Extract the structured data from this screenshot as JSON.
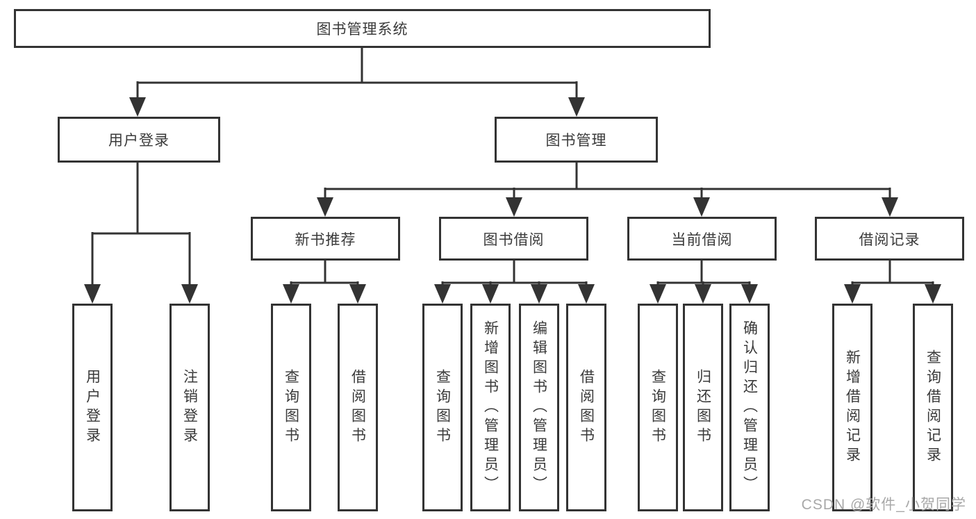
{
  "title": {
    "label": "图书管理系统"
  },
  "level2": {
    "user_login": "用户登录",
    "book_management": "图书管理"
  },
  "level3": {
    "new_book_recommend": "新书推荐",
    "book_borrow": "图书借阅",
    "current_borrow": "当前借阅",
    "borrow_record": "借阅记录"
  },
  "leaves": {
    "user_login": [
      "用户登录",
      "注销登录"
    ],
    "new_book_recommend": [
      "查询图书",
      "借阅图书"
    ],
    "book_borrow": [
      "查询图书",
      "新增图书（管理员）",
      "编辑图书（管理员）",
      "借阅图书"
    ],
    "current_borrow": [
      "查询图书",
      "归还图书",
      "确认归还（管理员）"
    ],
    "borrow_record": [
      "新增借阅记录",
      "查询借阅记录"
    ]
  },
  "watermark": {
    "text": "CSDN @软件_小贺同学",
    "color": "#a8a8a8"
  },
  "colors": {
    "line": "#333333",
    "text": "#3a3a3a",
    "background": "#ffffff"
  }
}
